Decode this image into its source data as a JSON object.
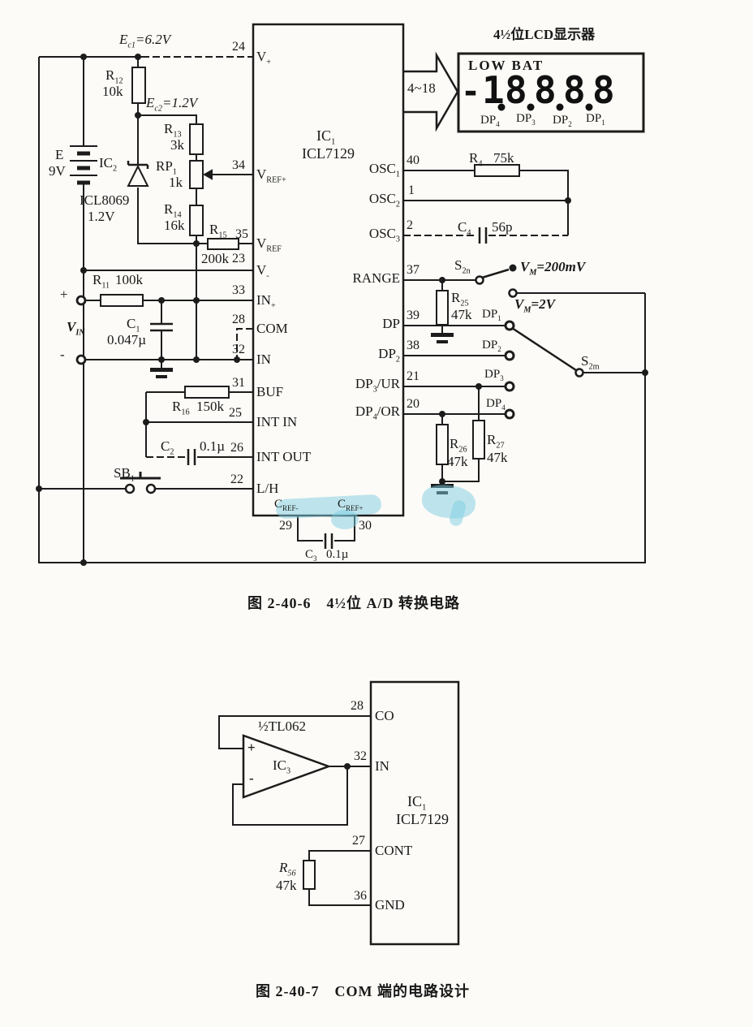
{
  "page": {
    "ink": "#1c1c1c",
    "paper": "#fcfbf7",
    "watermark_color": "#7ecde2"
  },
  "fig1": {
    "caption": "图 2-40-6　4½位 A/D 转换电路",
    "ic": {
      "ref": "IC_{1}",
      "part": "ICL7129"
    },
    "pins_left": [
      {
        "n": "24",
        "name": "V_{+}"
      },
      {
        "n": "34",
        "name": "V_{REF+}"
      },
      {
        "n": "35",
        "name": "V_{REF}"
      },
      {
        "n": "23",
        "name": "V_{-}"
      },
      {
        "n": "33",
        "name": "IN_{+}"
      },
      {
        "n": "28",
        "name": "COM"
      },
      {
        "n": "32",
        "name": "IN"
      },
      {
        "n": "31",
        "name": "BUF"
      },
      {
        "n": "25",
        "name": "INT IN"
      },
      {
        "n": "26",
        "name": "INT OUT"
      },
      {
        "n": "22",
        "name": "L/H"
      }
    ],
    "pins_right": [
      {
        "n": "40",
        "name": "OSC_{1}"
      },
      {
        "n": "1",
        "name": "OSC_{2}"
      },
      {
        "n": "2",
        "name": "OSC_{3}"
      },
      {
        "n": "37",
        "name": "RANGE"
      },
      {
        "n": "39",
        "name": "DP"
      },
      {
        "n": "38",
        "name": "DP_{2}"
      },
      {
        "n": "21",
        "name": "DP_{3}/UR"
      },
      {
        "n": "20",
        "name": "DP_{4}/OR"
      }
    ],
    "pins_bottom": [
      {
        "n": "29",
        "name": "C_{REF-}"
      },
      {
        "n": "30",
        "name": "C_{REF+}"
      }
    ],
    "bus_label": "4~18",
    "lcd": {
      "title": "4½位LCD显示器",
      "low_bat": "LOW BAT",
      "minus": "-",
      "half_digit": "1",
      "digits": [
        "8",
        "8",
        "8",
        "8"
      ],
      "dp_labels": [
        "DP_{4}",
        "DP_{3}",
        "DP_{2}",
        "DP_{1}"
      ],
      "reading": "-1.8.8.8.8"
    },
    "power": {
      "ec1": "E_{c1}=6.2V",
      "ec2": "E_{c2}=1.2V",
      "battery_ref": "E",
      "battery_value": "9V",
      "ref_ic": "IC_{2}",
      "ref_part": "ICL8069",
      "ref_value": "1.2V"
    },
    "parts": {
      "r12": {
        "ref": "R_{12}",
        "value": "10k"
      },
      "r13": {
        "ref": "R_{13}",
        "value": "3k"
      },
      "rp1": {
        "ref": "RP_{1}",
        "value": "1k"
      },
      "r14": {
        "ref": "R_{14}",
        "value": "16k"
      },
      "r15": {
        "ref": "R_{15}",
        "value": "200k"
      },
      "r11": {
        "ref": "R_{11}",
        "value": "100k"
      },
      "r16": {
        "ref": "R_{16}",
        "value": "150k"
      },
      "r4": {
        "ref": "R_{4}",
        "value": "75k"
      },
      "r25": {
        "ref": "R_{25}",
        "value": "47k"
      },
      "r26": {
        "ref": "R_{26}",
        "value": "47k"
      },
      "r27": {
        "ref": "R_{27}",
        "value": "47k"
      },
      "c1": {
        "ref": "C_{1}",
        "value": "0.047µ"
      },
      "c2": {
        "ref": "C_{2}",
        "value": "0.1µ"
      },
      "c3": {
        "ref": "C_{3}",
        "value": "0.1µ"
      },
      "c4": {
        "ref": "C_{4}",
        "value": "56p"
      }
    },
    "input": {
      "plus": "+",
      "minus": "-",
      "vin": "V_{IN}"
    },
    "switches": {
      "s2n": "S_{2n}",
      "s2m": "S_{2m}",
      "sb1": "SB_{1}"
    },
    "ranges": {
      "vm200": "V_{M}=200mV",
      "vm2": "V_{M}=2V"
    },
    "dp_terminals": [
      "DP_{1}",
      "DP_{2}",
      "DP_{3}",
      "DP_{4}"
    ]
  },
  "fig2": {
    "caption": "图 2-40-7　COM 端的电路设计",
    "ic": {
      "ref": "IC_{1}",
      "part": "ICL7129"
    },
    "pins": [
      {
        "n": "28",
        "name": "CO"
      },
      {
        "n": "32",
        "name": "IN"
      },
      {
        "n": "27",
        "name": "CONT"
      },
      {
        "n": "36",
        "name": "GND"
      }
    ],
    "opamp": {
      "label": "½TL062",
      "ref": "IC_{3}",
      "plus": "+",
      "minus": "-"
    },
    "parts": {
      "r56": {
        "ref": "R_{56}",
        "value": "47k"
      }
    }
  }
}
